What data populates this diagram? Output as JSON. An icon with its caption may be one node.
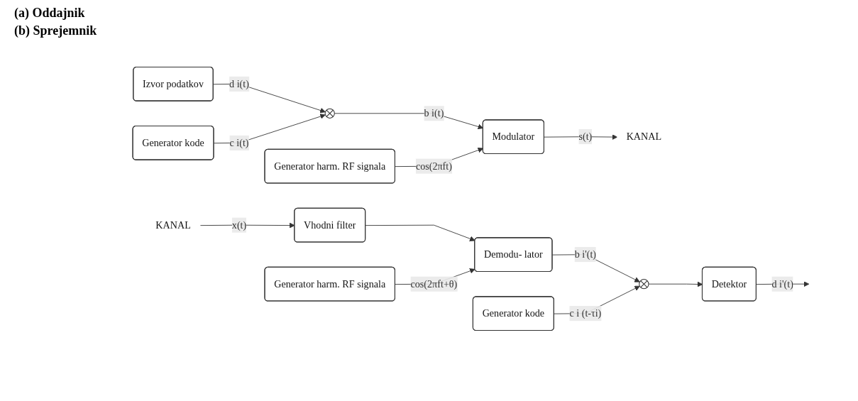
{
  "diagram": {
    "nodes": [
      {
        "text": [
          "Generator kode"
        ]
      },
      {
        "text": [
          "Generator harm. RF signala"
        ]
      },
      {
        "text": [
          "Izvor podatkov"
        ]
      },
      {
        "text": [],
        "shape": "circle"
      },
      {
        "text": [
          "Modulator"
        ]
      },
      {
        "text": [
          "KANAL"
        ]
      },
      {
        "text": [
          "Generator harm. RF signala"
        ]
      },
      {
        "text": [
          "Generator kode"
        ]
      },
      {
        "text": [
          "KANAL"
        ]
      },
      {
        "text": [
          "Vhodni filter"
        ]
      },
      {
        "text": [
          "Demodu- lator"
        ]
      },
      {
        "text": [],
        "shape": "circle"
      },
      {
        "text": [
          "Detektor"
        ]
      }
    ],
    "edges": [
      {
        "from": 2,
        "to": 3,
        "arrow": "to",
        "label": "d i(t)"
      },
      {
        "from": 0,
        "to": 3,
        "arrow": "to",
        "label": "c i(t)"
      },
      {
        "from": 3,
        "to": 4,
        "arrow": "to",
        "label": "b i(t)"
      },
      {
        "from": 1,
        "to": 4,
        "arrow": "to",
        "label": "cos(2πft)"
      },
      {
        "from": 4,
        "to": 5,
        "arrow": "to",
        "label": "s(t)"
      },
      {
        "from": 8,
        "to": 9,
        "arrow": "to",
        "label": "x(t)"
      },
      {
        "from": 9,
        "to": 10,
        "arrow": "to"
      },
      {
        "from": 6,
        "to": 10,
        "arrow": "to",
        "label": "cos(2πft+θ)"
      },
      {
        "from": 10,
        "to": 11,
        "arrow": "to",
        "label": "b i'(t)"
      },
      {
        "from": 7,
        "to": 11,
        "arrow": "to",
        "label": "c i (t-τi)"
      },
      {
        "from": 11,
        "to": 12,
        "arrow": "to"
      },
      {
        "from": 12,
        "to": null,
        "arrow": "to",
        "label": "d i'(t)"
      }
    ],
    "labels": [
      "(a) Oddajnik",
      "(b) Sprejemnik"
    ]
  }
}
